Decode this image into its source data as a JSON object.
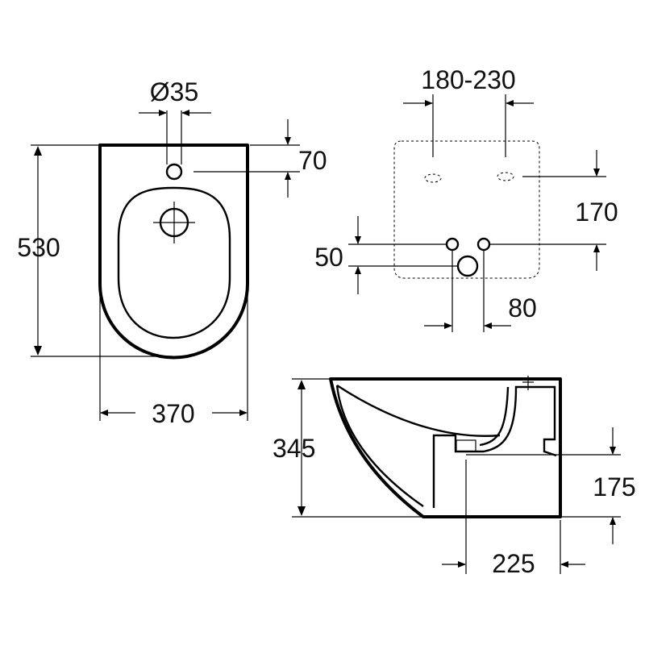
{
  "dimensions": {
    "hole_diameter": "Ø35",
    "top_to_hole": "70",
    "depth": "530",
    "width": "370",
    "bolt_spacing": "180-230",
    "bolt_to_supply": "170",
    "supply_offset": "50",
    "supply_spacing": "80",
    "height": "345",
    "outlet_height": "175",
    "outlet_to_wall": "225"
  }
}
